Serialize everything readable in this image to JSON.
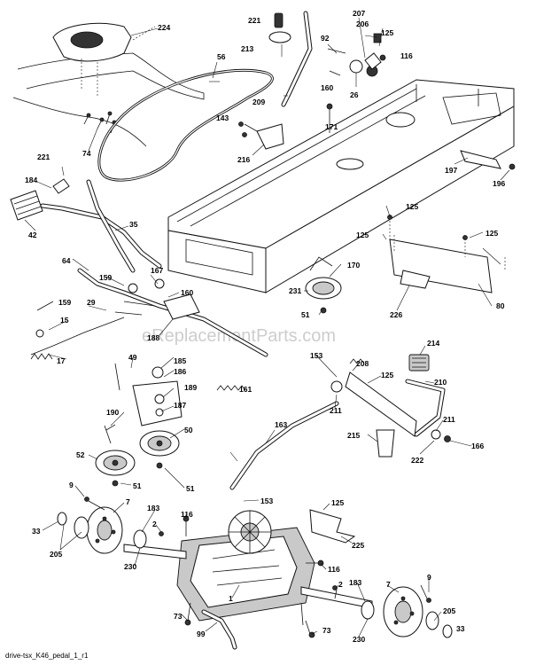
{
  "diagram": {
    "watermark": "eReplacementParts.com",
    "caption": "drive-tsx_K46_pedal_1_r1",
    "labels": {
      "p224": "224",
      "p221a": "221",
      "p213": "213",
      "p207": "207",
      "p206": "206",
      "p125a": "125",
      "p92": "92",
      "p116a": "116",
      "p56": "56",
      "p160a": "160",
      "p26": "26",
      "p209": "209",
      "p143": "143",
      "p171": "171",
      "p74": "74",
      "p216": "216",
      "p197": "197",
      "p196": "196",
      "p221b": "221",
      "p184": "184",
      "p42": "42",
      "p35": "35",
      "p125b": "125",
      "p125c": "125",
      "p125d": "125",
      "p170": "170",
      "p64": "64",
      "p167": "167",
      "p159a": "159",
      "p160b": "160",
      "p231": "231",
      "p226": "226",
      "p80": "80",
      "p159b": "159",
      "p29": "29",
      "p51a": "51",
      "p15": "15",
      "p188": "188",
      "p17": "17",
      "p214": "214",
      "p49": "49",
      "p185": "185",
      "p153a": "153",
      "p208": "208",
      "p186": "186",
      "p210": "210",
      "p125e": "125",
      "p161": "161",
      "p189": "189",
      "p211a": "211",
      "p187": "187",
      "p211b": "211",
      "p163": "163",
      "p190": "190",
      "p50": "50",
      "p215": "215",
      "p166": "166",
      "p52": "52",
      "p222": "222",
      "p51b": "51",
      "p51c": "51",
      "p9a": "9",
      "p153b": "153",
      "p125f": "125",
      "p7a": "7",
      "p183a": "183",
      "p116b": "116",
      "p33a": "33",
      "p205a": "205",
      "p2a": "2",
      "p225": "225",
      "p230a": "230",
      "p116c": "116",
      "p2b": "2",
      "p183b": "183",
      "p7b": "7",
      "p9b": "9",
      "p1": "1",
      "p73a": "73",
      "p205b": "205",
      "p99": "99",
      "p230b": "230",
      "p73b": "73",
      "p33b": "33"
    }
  }
}
